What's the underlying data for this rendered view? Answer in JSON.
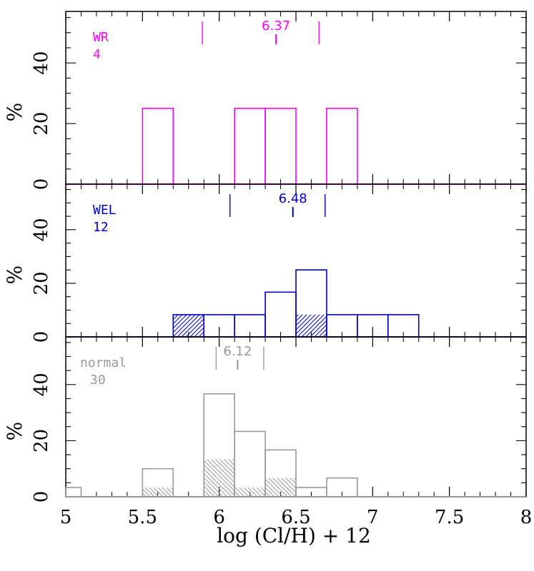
{
  "chart_data": {
    "type": "bar",
    "xlabel": "log (Cl/H) + 12",
    "ylabel": "%",
    "xlim": [
      5,
      8
    ],
    "ylim": [
      0,
      57
    ],
    "x_ticks": [
      "5",
      "5.5",
      "6",
      "6.5",
      "7",
      "7.5",
      "8"
    ],
    "y_ticks": [
      "0",
      "20",
      "40"
    ],
    "bin_width": 0.2,
    "panels": [
      {
        "name": "WR",
        "count": "4",
        "color": "#ff00ff",
        "mean": 6.37,
        "mean_label": "6.37",
        "range": [
          5.89,
          6.65
        ],
        "bins_start": [
          5.5,
          6.1,
          6.3,
          6.7
        ],
        "values": [
          25,
          25,
          25,
          25
        ],
        "hatched_bins_start": [],
        "hatched_values": []
      },
      {
        "name": "WEL",
        "count": "12",
        "color": "#0000cc",
        "mean": 6.48,
        "mean_label": "6.48",
        "range": [
          6.07,
          6.69
        ],
        "bins_start": [
          5.7,
          5.9,
          6.1,
          6.3,
          6.5,
          6.7,
          6.9,
          7.1
        ],
        "values": [
          8.3,
          8.3,
          8.3,
          16.7,
          25,
          8.3,
          8.3,
          8.3
        ],
        "hatched_bins_start": [
          5.7,
          6.5
        ],
        "hatched_values": [
          8.3,
          8.3
        ]
      },
      {
        "name": "normal",
        "count": "30",
        "color": "#999999",
        "mean": 6.12,
        "mean_label": "6.12",
        "range": [
          5.98,
          6.29
        ],
        "bins_start": [
          4.9,
          5.5,
          5.9,
          6.1,
          6.3,
          6.5,
          6.7
        ],
        "values": [
          3.3,
          10,
          36.7,
          23.3,
          16.7,
          3.3,
          6.7
        ],
        "hatched_bins_start": [
          5.5,
          5.9,
          6.1,
          6.3
        ],
        "hatched_values": [
          3.3,
          13.3,
          3.3,
          6.7
        ]
      }
    ]
  }
}
